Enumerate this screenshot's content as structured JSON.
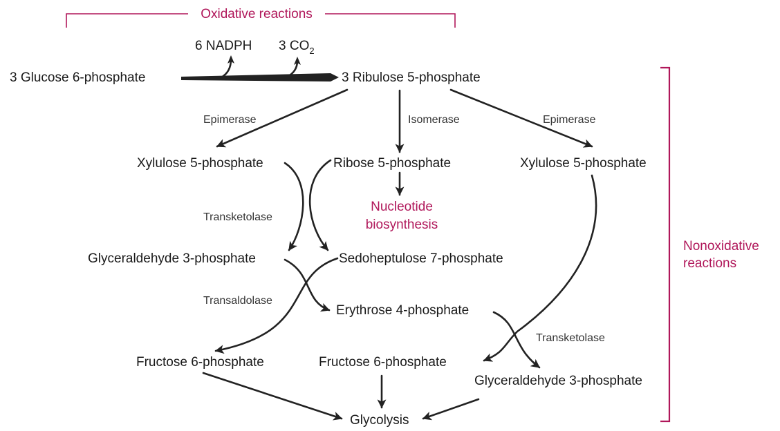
{
  "title": {
    "oxidative": "Oxidative reactions",
    "nonoxidative_line1": "Nonoxidative",
    "nonoxidative_line2": "reactions"
  },
  "cofactors": {
    "nadph": "6 NADPH",
    "co2_prefix": "3 CO",
    "co2_sub": "2"
  },
  "metabolites": {
    "glucose6p": "3 Glucose 6-phosphate",
    "ribulose5p": "3 Ribulose 5-phosphate",
    "xylulose5p_left": "Xylulose 5-phosphate",
    "ribose5p": "Ribose 5-phosphate",
    "xylulose5p_right": "Xylulose 5-phosphate",
    "nucleotide_line1": "Nucleotide",
    "nucleotide_line2": "biosynthesis",
    "glyceraldehyde3p_left": "Glyceraldehyde 3-phosphate",
    "sedoheptulose7p": "Sedoheptulose 7-phosphate",
    "erythrose4p": "Erythrose 4-phosphate",
    "fructose6p_left": "Fructose 6-phosphate",
    "fructose6p_mid": "Fructose 6-phosphate",
    "glyceraldehyde3p_right": "Glyceraldehyde 3-phosphate",
    "glycolysis": "Glycolysis"
  },
  "enzymes": {
    "epimerase_left": "Epimerase",
    "isomerase": "Isomerase",
    "epimerase_right": "Epimerase",
    "transketolase_1": "Transketolase",
    "transaldolase": "Transaldolase",
    "transketolase_2": "Transketolase"
  },
  "colors": {
    "accent": "#b0175a",
    "line": "#222222",
    "text": "#1a1a1a"
  }
}
